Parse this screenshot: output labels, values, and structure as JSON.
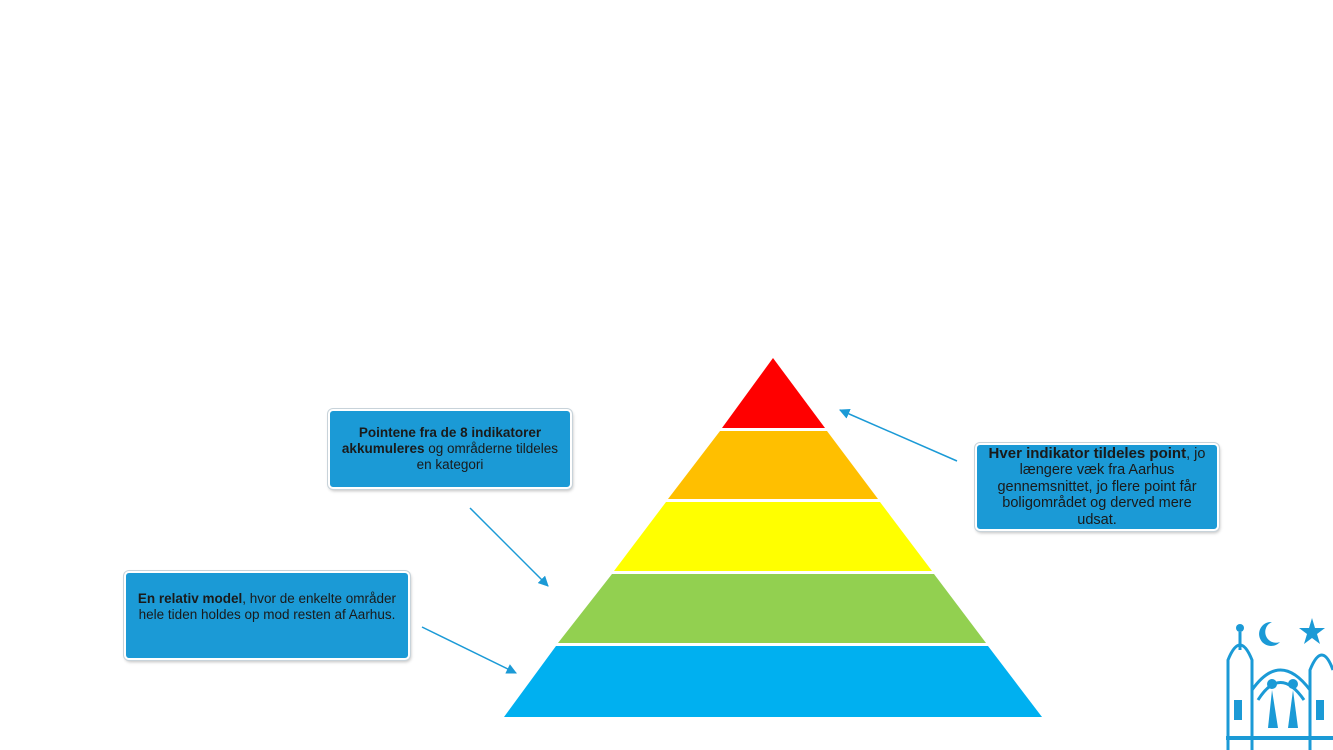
{
  "pyramid": {
    "levels": [
      {
        "color": "#ff0000"
      },
      {
        "color": "#ffbf00"
      },
      {
        "color": "#ffff00"
      },
      {
        "color": "#92d050"
      },
      {
        "color": "#00b0f0"
      }
    ]
  },
  "callouts": {
    "top": {
      "bold1": "Pointene fra de 8 indikatorer akkumuleres",
      "text1": " og områderne tildeles en kategori"
    },
    "left": {
      "bold1": "En relativ model",
      "text1": ", hvor de enkelte områder hele tiden holdes op mod resten af Aarhus."
    },
    "right": {
      "bold1": "Hver indikator tildeles point",
      "text1": ", jo længere væk fra Aarhus gennemsnittet, jo flere point får boligområdet og derved mere udsat."
    }
  },
  "colors": {
    "callout_fill": "#1b9ad6",
    "arrow": "#1b9ad6",
    "logo": "#1b9ad6"
  },
  "logo": {
    "icon": "aarhus-coat-of-arms-logo"
  }
}
